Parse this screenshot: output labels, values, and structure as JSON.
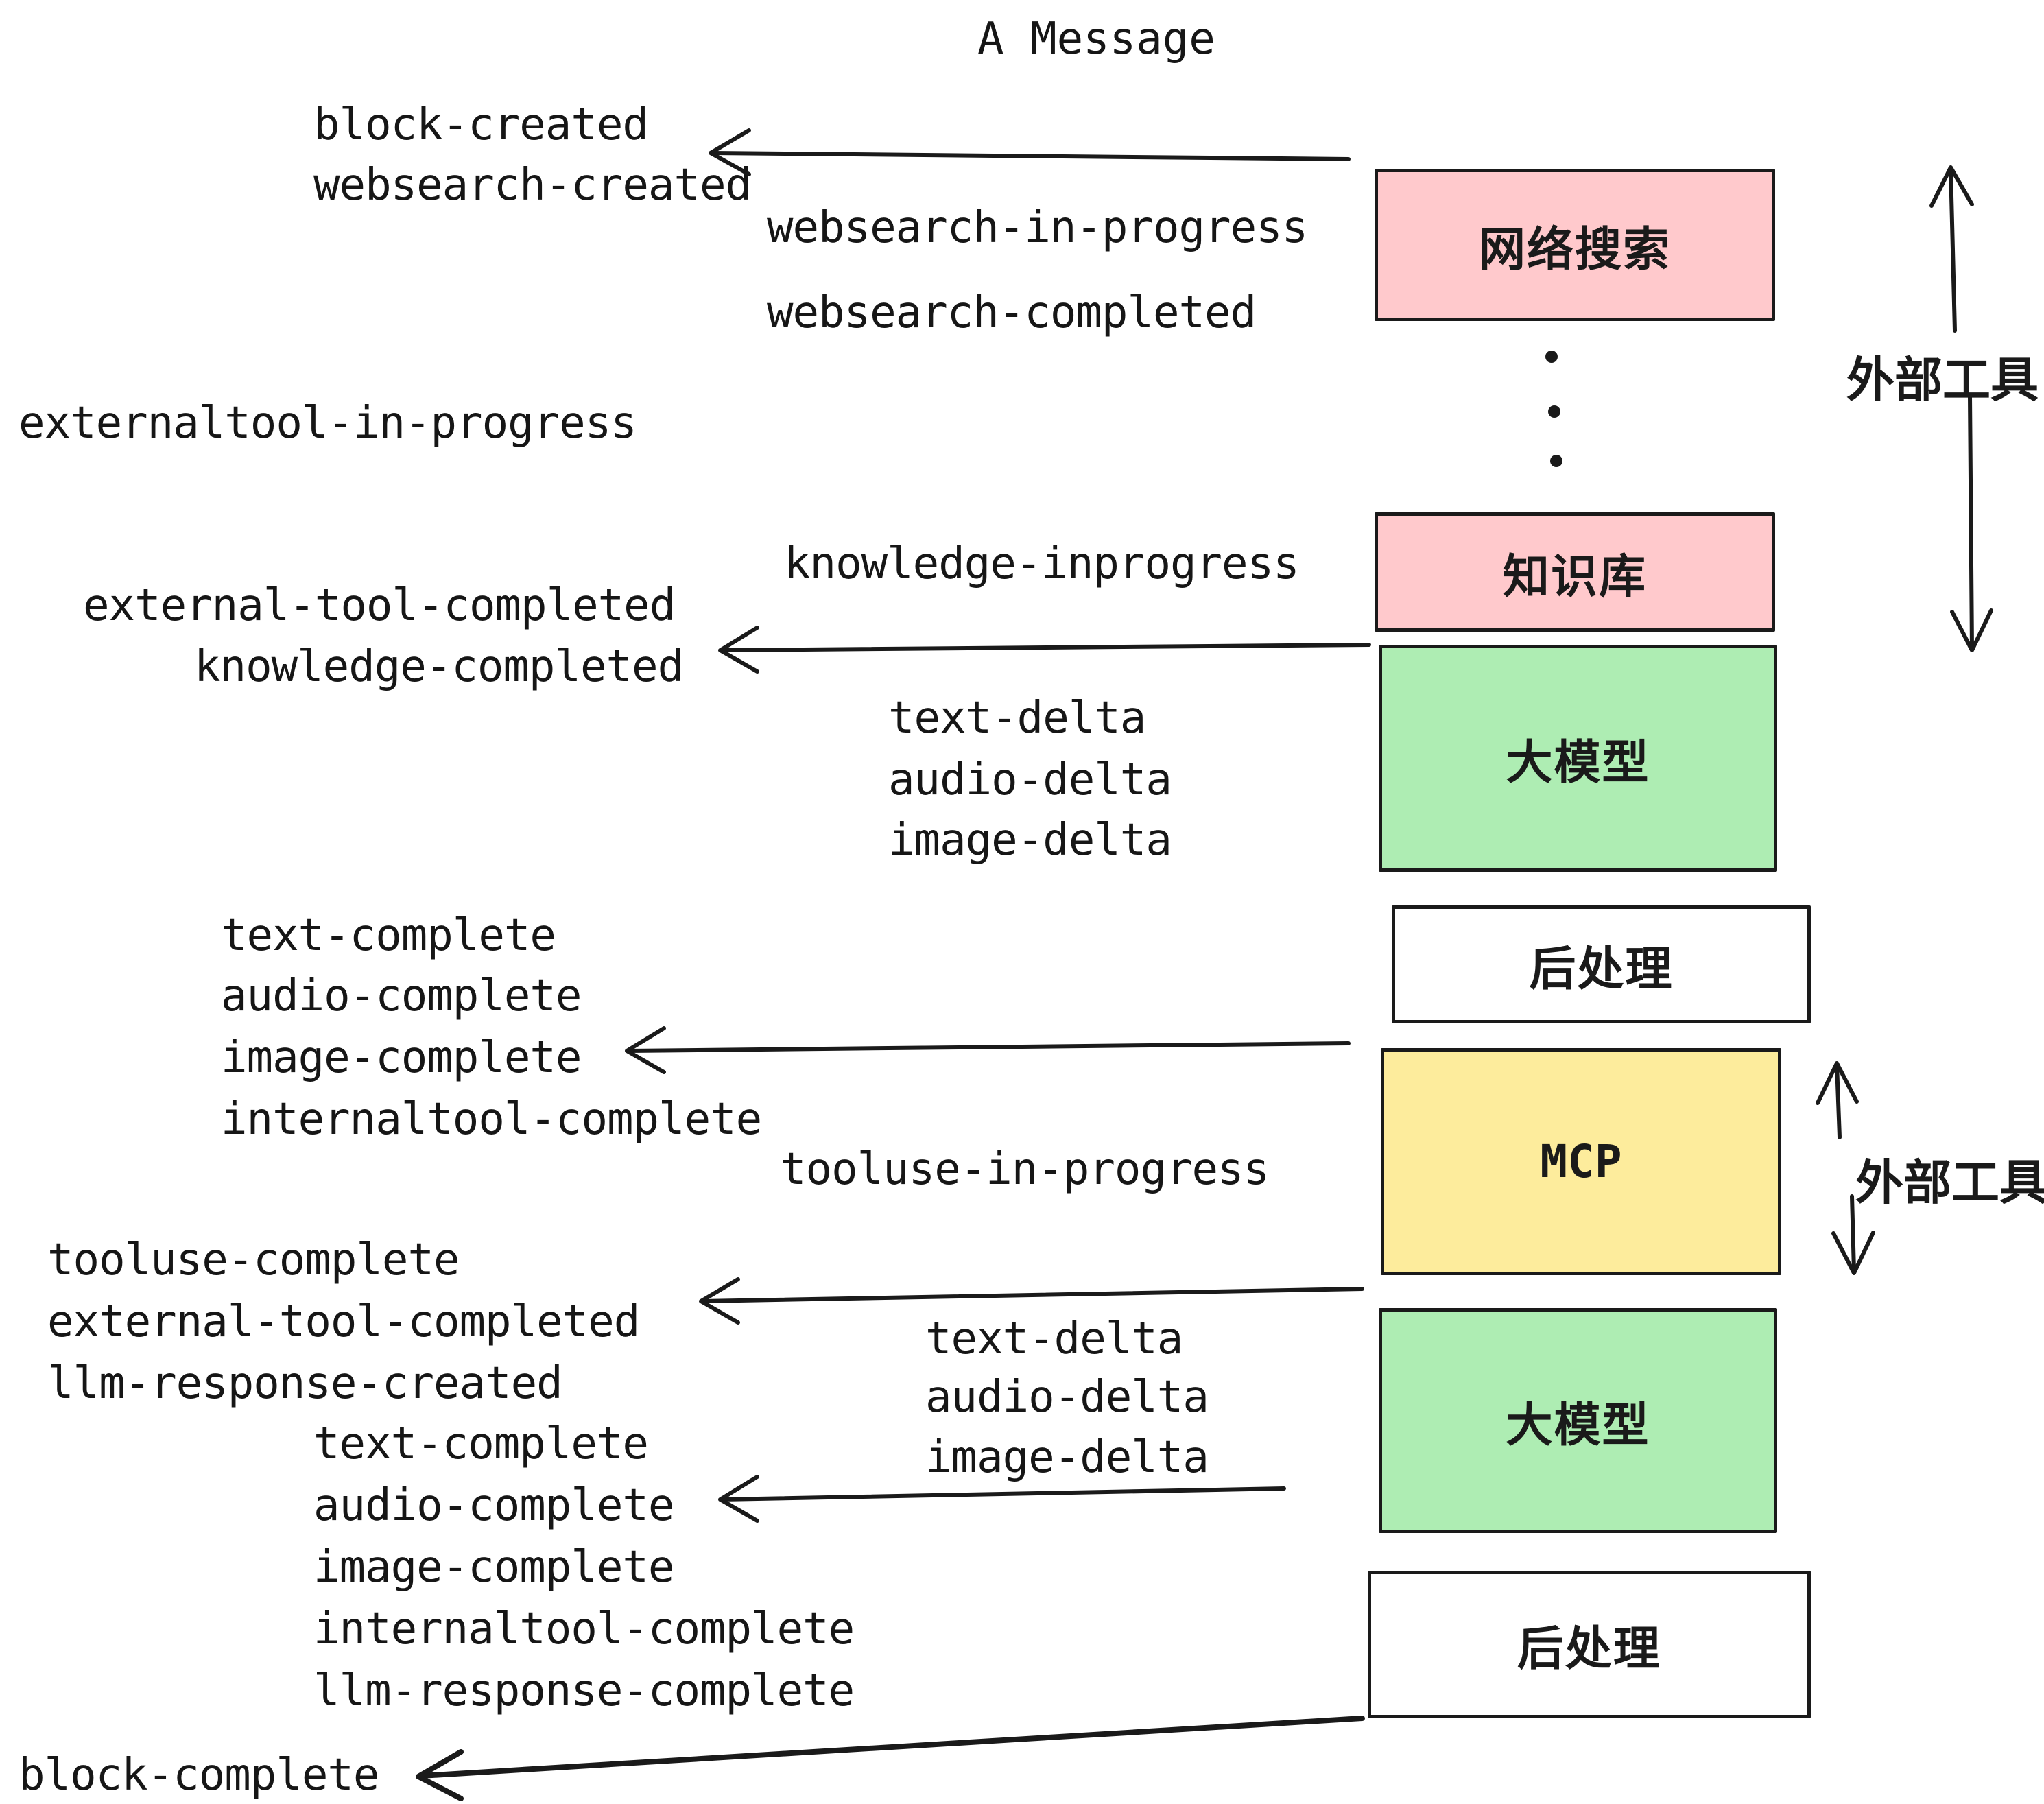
{
  "title": "A Message",
  "colors": {
    "pink": "#FFC9CC",
    "green": "#AEEDB3",
    "yellow": "#FDEC9C",
    "white": "#ffffff",
    "ink": "#1a1a1a"
  },
  "boxes": {
    "websearch": {
      "label": "网络搜索",
      "color": "#FFC9CC"
    },
    "knowledge": {
      "label": "知识库",
      "color": "#FFC9CC"
    },
    "llm_top": {
      "label": "大模型",
      "color": "#AEEDB3"
    },
    "postprocess_top": {
      "label": "后处理",
      "color": "#ffffff"
    },
    "mcp": {
      "label": "MCP",
      "color": "#FDEC9C"
    },
    "llm_bottom": {
      "label": "大模型",
      "color": "#AEEDB3"
    },
    "postprocess_bottom": {
      "label": "后处理",
      "color": "#ffffff"
    }
  },
  "side_labels": {
    "external_tools_top": "外部工具",
    "external_tools_bottom": "外部工具"
  },
  "events": {
    "block_created": "block-created",
    "websearch_created": "websearch-created",
    "websearch_in_progress": "websearch-in-progress",
    "websearch_completed": "websearch-completed",
    "externaltool_in_progress": "externaltool-in-progress",
    "knowledge_inprogress": "knowledge-inprogress",
    "external_tool_completed_1": "external-tool-completed",
    "knowledge_completed": "knowledge-completed",
    "text_delta_1": "text-delta",
    "audio_delta_1": "audio-delta",
    "image_delta_1": "image-delta",
    "text_complete_1": "text-complete",
    "audio_complete_1": "audio-complete",
    "image_complete_1": "image-complete",
    "internaltool_complete_1": "internaltool-complete",
    "tooluse_in_progress": "tooluse-in-progress",
    "tooluse_complete": "tooluse-complete",
    "external_tool_completed_2": "external-tool-completed",
    "llm_response_created": "llm-response-created",
    "text_complete_2": "text-complete",
    "text_delta_2": "text-delta",
    "audio_delta_2": "audio-delta",
    "image_delta_2": "image-delta",
    "audio_complete_2": "audio-complete",
    "image_complete_2": "image-complete",
    "internaltool_complete_2": "internaltool-complete",
    "llm_response_complete": "llm-response-complete",
    "block_complete": "block-complete"
  }
}
